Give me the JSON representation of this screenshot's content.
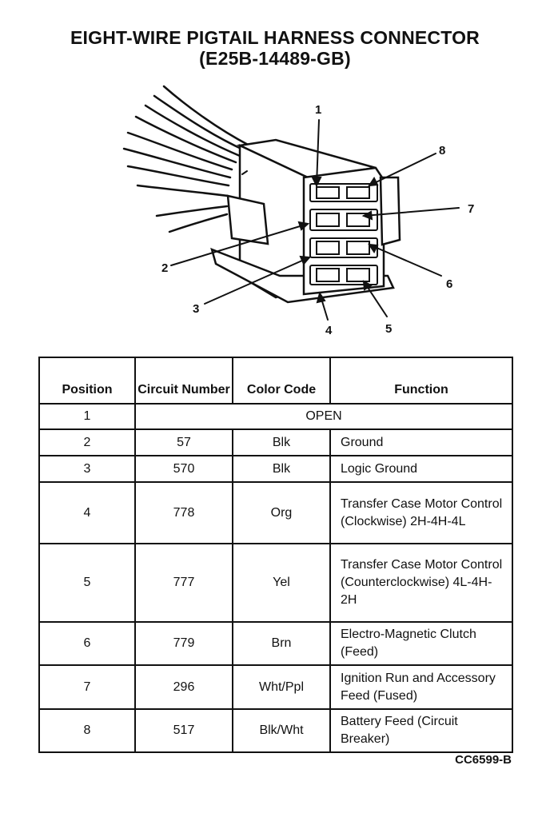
{
  "title_line1": "EIGHT-WIRE PIGTAIL HARNESS CONNECTOR",
  "title_line2": "(E25B-14489-GB)",
  "callouts": [
    "1",
    "2",
    "3",
    "4",
    "5",
    "6",
    "7",
    "8"
  ],
  "table": {
    "headers": {
      "position": "Position",
      "circuit_number": "Circuit Number",
      "color_code": "Color Code",
      "function": "Function"
    },
    "open_row": {
      "position": "1",
      "value": "OPEN"
    },
    "rows": [
      {
        "position": "2",
        "circuit": "57",
        "color": "Blk",
        "function": "Ground"
      },
      {
        "position": "3",
        "circuit": "570",
        "color": "Blk",
        "function": "Logic Ground"
      },
      {
        "position": "4",
        "circuit": "778",
        "color": "Org",
        "function": "Transfer Case Motor Control (Clockwise) 2H-4H-4L"
      },
      {
        "position": "5",
        "circuit": "777",
        "color": "Yel",
        "function": "Transfer Case Motor Control (Counterclockwise) 4L-4H-2H"
      },
      {
        "position": "6",
        "circuit": "779",
        "color": "Brn",
        "function": "Electro-Magnetic Clutch (Feed)"
      },
      {
        "position": "7",
        "circuit": "296",
        "color": "Wht/Ppl",
        "function": "Ignition Run and Accessory Feed (Fused)"
      },
      {
        "position": "8",
        "circuit": "517",
        "color": "Blk/Wht",
        "function": "Battery Feed (Circuit Breaker)"
      }
    ]
  },
  "figure_code": "CC6599-B"
}
